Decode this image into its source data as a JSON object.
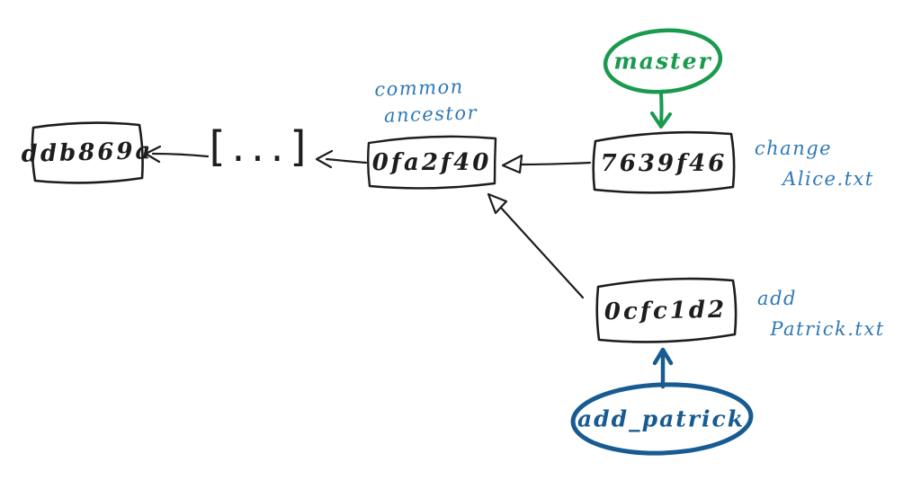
{
  "diagram": {
    "title": "git commit history sketch with two branches",
    "colors": {
      "ink": "#1d1d1f",
      "master_green": "#1a9a4e",
      "add_patrick_blue": "#185b92",
      "annotation_blue": "#2f79b6",
      "background": "#ffffff"
    },
    "commits": [
      {
        "id": "ddb869a"
      },
      {
        "id": "[...]"
      },
      {
        "id": "0fa2f40"
      },
      {
        "id": "7639f46"
      },
      {
        "id": "0cfc1d2"
      }
    ],
    "edges": [
      {
        "from": "[...]",
        "to": "ddb869a"
      },
      {
        "from": "0fa2f40",
        "to": "[...]"
      },
      {
        "from": "7639f46",
        "to": "0fa2f40"
      },
      {
        "from": "0cfc1d2",
        "to": "0fa2f40"
      }
    ],
    "branches": [
      {
        "name": "master",
        "points_to": "7639f46",
        "color": "#1a9a4e"
      },
      {
        "name": "add_patrick",
        "points_to": "0cfc1d2",
        "color": "#185b92"
      }
    ],
    "annotations": {
      "common_ancestor": {
        "line1": "common",
        "line2": "ancestor",
        "for": "0fa2f40"
      },
      "change_alice": {
        "line1": "change",
        "line2": "Alice.txt",
        "for": "7639f46"
      },
      "add_patrick_file": {
        "line1": "add",
        "line2": "Patrick.txt",
        "for": "0cfc1d2"
      }
    }
  }
}
